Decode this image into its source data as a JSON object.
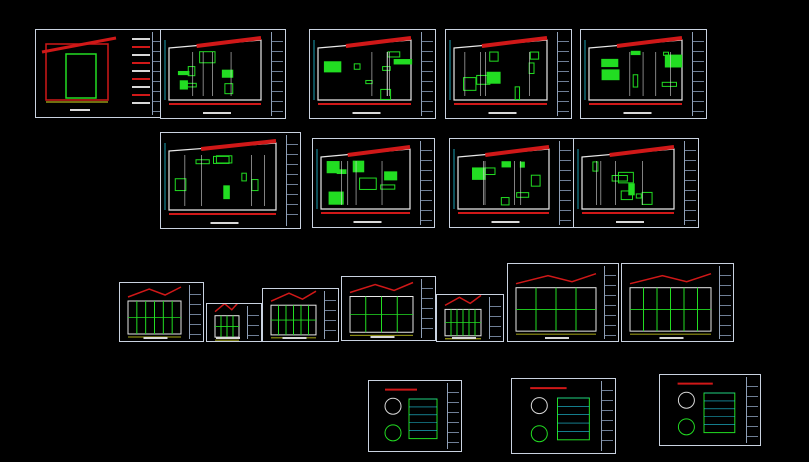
{
  "colors": {
    "background": "#000000",
    "frame": "#c9d2e0",
    "wall": "#e8e8e8",
    "fill_green": "#22dd22",
    "accent_red": "#d01818",
    "dimension_red": "#ff3030",
    "annotation": "#e0e020",
    "cyan": "#20c8e0",
    "white_line": "#d8d8d8"
  },
  "sheets": [
    {
      "id": "s1",
      "kind": "cover"
    },
    {
      "id": "s2",
      "kind": "plan"
    },
    {
      "id": "s3",
      "kind": "plan"
    },
    {
      "id": "s4",
      "kind": "plan"
    },
    {
      "id": "s5",
      "kind": "plan"
    },
    {
      "id": "s6",
      "kind": "plan"
    },
    {
      "id": "s7",
      "kind": "plan"
    },
    {
      "id": "s8",
      "kind": "plan"
    },
    {
      "id": "s9",
      "kind": "plan"
    },
    {
      "id": "s10",
      "kind": "elevation"
    },
    {
      "id": "s11",
      "kind": "elevation"
    },
    {
      "id": "s12",
      "kind": "elevation"
    },
    {
      "id": "s13",
      "kind": "elevation"
    },
    {
      "id": "s14",
      "kind": "elevation"
    },
    {
      "id": "s15",
      "kind": "elevation"
    },
    {
      "id": "s16",
      "kind": "elevation"
    },
    {
      "id": "s17",
      "kind": "detail"
    },
    {
      "id": "s18",
      "kind": "detail"
    },
    {
      "id": "s19",
      "kind": "detail"
    }
  ]
}
